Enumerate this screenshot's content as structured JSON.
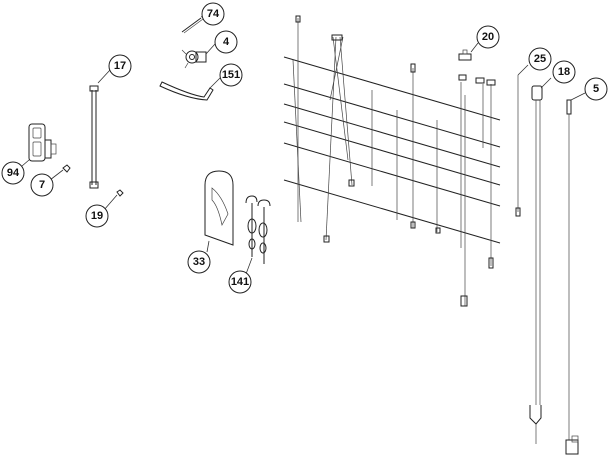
{
  "callouts": [
    {
      "id": "c74",
      "label": "74"
    },
    {
      "id": "c4",
      "label": "4"
    },
    {
      "id": "c151",
      "label": "151"
    },
    {
      "id": "c17",
      "label": "17"
    },
    {
      "id": "c94",
      "label": "94"
    },
    {
      "id": "c7",
      "label": "7"
    },
    {
      "id": "c19",
      "label": "19"
    },
    {
      "id": "c33",
      "label": "33"
    },
    {
      "id": "c141",
      "label": "141"
    },
    {
      "id": "c20",
      "label": "20"
    },
    {
      "id": "c25",
      "label": "25"
    },
    {
      "id": "c18",
      "label": "18"
    },
    {
      "id": "c5",
      "label": "5"
    }
  ]
}
